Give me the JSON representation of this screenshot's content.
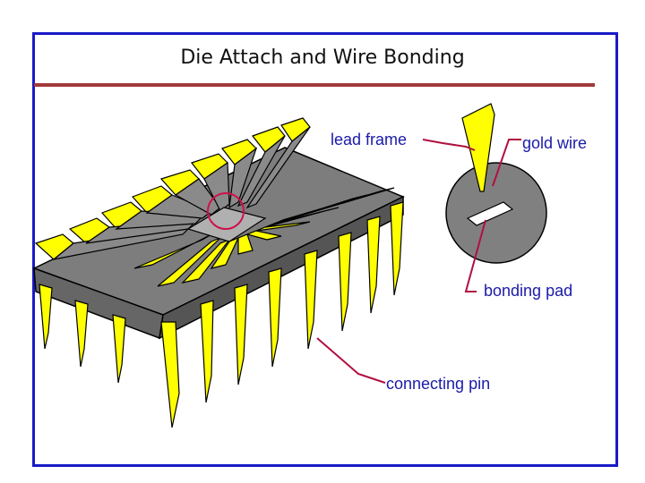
{
  "slide": {
    "title": "Die Attach and Wire Bonding"
  },
  "labels": {
    "lead_frame": "lead frame",
    "gold_wire": "gold wire",
    "bonding_pad": "bonding pad",
    "connecting_pin": "connecting pin"
  },
  "colors": {
    "frame_border": "#1a1ac8",
    "title_rule": "#a33a3a",
    "package_body": "#808080",
    "lead_yellow": "#ffff00",
    "callout_line": "#b01040",
    "label_text": "#1a1aa8"
  }
}
